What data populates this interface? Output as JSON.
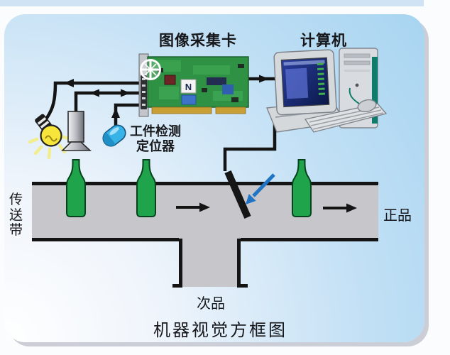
{
  "diagram": {
    "caption": "机器视觉方框图",
    "labels": {
      "capture_card": "图像采集卡",
      "computer": "计算机",
      "sensor_line1": "工件检测",
      "sensor_line2": "定位器",
      "conveyor": "传送带",
      "good_product": "正品",
      "defective_product": "次品"
    },
    "icons": {
      "card_logo_letter": "N",
      "names": [
        "light-bulb-icon",
        "camera-icon",
        "sensor-icon",
        "capture-card-icon",
        "computer-icon",
        "bottle-icon",
        "diverter-bar-icon",
        "flow-arrow-icon",
        "reject-pointer-icon"
      ]
    },
    "colors": {
      "panel_blue": "#a4d3f0",
      "line_black": "#141414",
      "bottle_green": "#1fa34b",
      "conveyor_gray": "#c7c7cb",
      "bulb_yellow": "#f8e53c",
      "sensor_blue": "#38b3e8",
      "pcb_green": "#2e9143",
      "gold_edge": "#c79f35",
      "pointer_blue": "#1f74c4",
      "tower_teal": "#0e7b6b"
    }
  }
}
